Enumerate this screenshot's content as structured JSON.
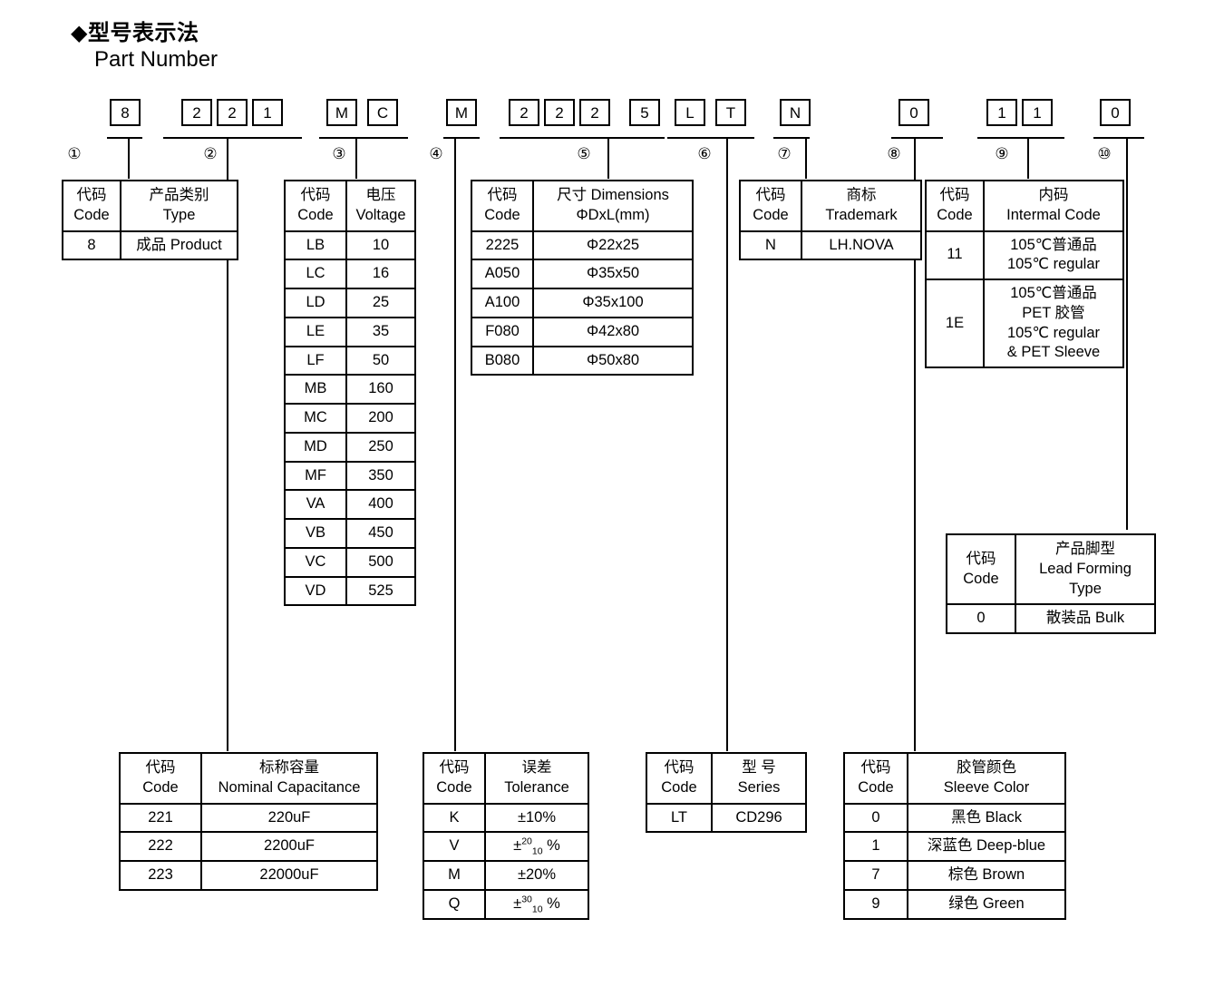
{
  "heading": {
    "cn": "◆型号表示法",
    "en": "Part Number"
  },
  "part_number": {
    "groups": [
      {
        "marker": "①",
        "chars": [
          "8"
        ]
      },
      {
        "marker": "②",
        "chars": [
          "2",
          "2",
          "1"
        ]
      },
      {
        "marker": "③",
        "chars": [
          "M",
          "C"
        ]
      },
      {
        "marker": "④",
        "chars": [
          "M"
        ]
      },
      {
        "marker": "⑤",
        "chars": [
          "2",
          "2",
          "2",
          "5"
        ]
      },
      {
        "marker": "⑥",
        "chars": [
          "L",
          "T"
        ]
      },
      {
        "marker": "⑦",
        "chars": [
          "N"
        ]
      },
      {
        "marker": "⑧",
        "chars": [
          "0"
        ]
      },
      {
        "marker": "⑨",
        "chars": [
          "1",
          "1"
        ]
      },
      {
        "marker": "⑩",
        "chars": [
          "0"
        ]
      }
    ]
  },
  "tables": {
    "type": {
      "header": {
        "code_cn": "代码",
        "code_en": "Code",
        "label_cn": "产品类别",
        "label_en": "Type"
      },
      "rows": [
        {
          "code": "8",
          "value": "成品 Product"
        }
      ]
    },
    "voltage": {
      "header": {
        "code_cn": "代码",
        "code_en": "Code",
        "label_cn": "电压",
        "label_en": "Voltage"
      },
      "rows": [
        {
          "code": "LB",
          "value": "10"
        },
        {
          "code": "LC",
          "value": "16"
        },
        {
          "code": "LD",
          "value": "25"
        },
        {
          "code": "LE",
          "value": "35"
        },
        {
          "code": "LF",
          "value": "50"
        },
        {
          "code": "MB",
          "value": "160"
        },
        {
          "code": "MC",
          "value": "200"
        },
        {
          "code": "MD",
          "value": "250"
        },
        {
          "code": "MF",
          "value": "350"
        },
        {
          "code": "VA",
          "value": "400"
        },
        {
          "code": "VB",
          "value": "450"
        },
        {
          "code": "VC",
          "value": "500"
        },
        {
          "code": "VD",
          "value": "525"
        }
      ]
    },
    "dimensions": {
      "header": {
        "code_cn": "代码",
        "code_en": "Code",
        "label_cn": "尺寸 Dimensions",
        "label_en": "ΦDxL(mm)"
      },
      "rows": [
        {
          "code": "2225",
          "value": "Φ22x25"
        },
        {
          "code": "A050",
          "value": "Φ35x50"
        },
        {
          "code": "A100",
          "value": "Φ35x100"
        },
        {
          "code": "F080",
          "value": "Φ42x80"
        },
        {
          "code": "B080",
          "value": "Φ50x80"
        }
      ]
    },
    "trademark": {
      "header": {
        "code_cn": "代码",
        "code_en": "Code",
        "label_cn": "商标",
        "label_en": "Trademark"
      },
      "rows": [
        {
          "code": "N",
          "value": "LH.NOVA"
        }
      ]
    },
    "internal_code": {
      "header": {
        "code_cn": "代码",
        "code_en": "Code",
        "label_cn": "内码",
        "label_en": "Intermal Code"
      },
      "rows": [
        {
          "code": "11",
          "line1": "105℃普通品",
          "line2": "105℃  regular",
          "line3": "",
          "line4": ""
        },
        {
          "code": "1E",
          "line1": "105℃普通品",
          "line2": "PET 胶管",
          "line3": "105℃  regular",
          "line4": "& PET Sleeve"
        }
      ]
    },
    "lead_forming": {
      "header": {
        "code_cn": "代码",
        "code_en": "Code",
        "label_cn": "产品脚型",
        "label_en": "Lead Forming",
        "label_en2": "Type"
      },
      "rows": [
        {
          "code": "0",
          "value": "散装品 Bulk"
        }
      ]
    },
    "capacitance": {
      "header": {
        "code_cn": "代码",
        "code_en": "Code",
        "label_cn": "标称容量",
        "label_en": "Nominal Capacitance"
      },
      "rows": [
        {
          "code": "221",
          "value": "220uF"
        },
        {
          "code": "222",
          "value": "2200uF"
        },
        {
          "code": "223",
          "value": "22000uF"
        }
      ]
    },
    "tolerance": {
      "header": {
        "code_cn": "代码",
        "code_en": "Code",
        "label_cn": "误差",
        "label_en": "Tolerance"
      },
      "rows": [
        {
          "code": "K",
          "value": "±10%",
          "sup": "",
          "sub": "",
          "suffix": ""
        },
        {
          "code": "V",
          "value": "±",
          "sup": "20",
          "sub": "10",
          "suffix": "%"
        },
        {
          "code": "M",
          "value": "±20%",
          "sup": "",
          "sub": "",
          "suffix": ""
        },
        {
          "code": "Q",
          "value": "±",
          "sup": "30",
          "sub": "10",
          "suffix": "%"
        }
      ]
    },
    "series": {
      "header": {
        "code_cn": "代码",
        "code_en": "Code",
        "label_cn": "型 号",
        "label_en": "Series"
      },
      "rows": [
        {
          "code": "LT",
          "value": "CD296"
        }
      ]
    },
    "sleeve_color": {
      "header": {
        "code_cn": "代码",
        "code_en": "Code",
        "label_cn": "胶管颜色",
        "label_en": "Sleeve Color"
      },
      "rows": [
        {
          "code": "0",
          "value": "黑色 Black"
        },
        {
          "code": "1",
          "value": "深蓝色 Deep-blue"
        },
        {
          "code": "7",
          "value": "棕色 Brown"
        },
        {
          "code": "9",
          "value": "绿色 Green"
        }
      ]
    }
  }
}
